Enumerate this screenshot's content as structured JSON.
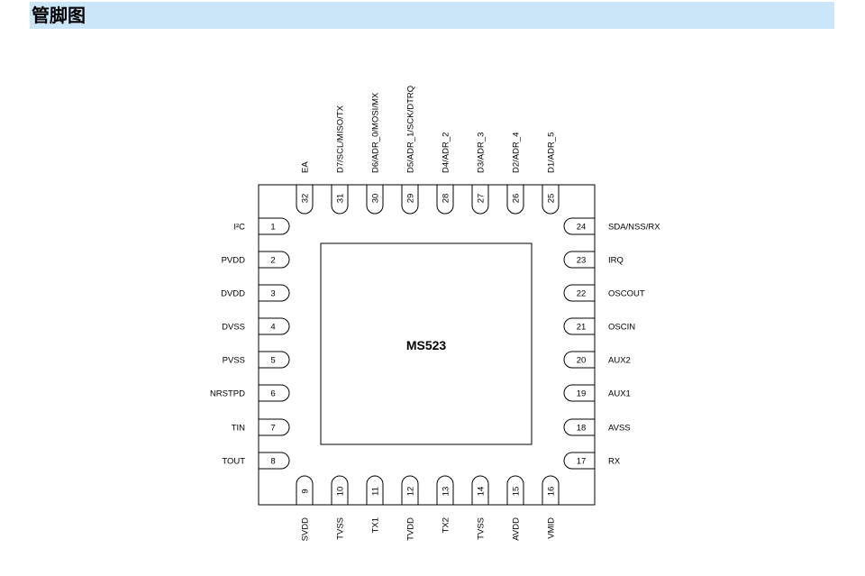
{
  "header": {
    "title": "管脚图"
  },
  "diagram": {
    "chip_name": "MS523",
    "pins_left": [
      {
        "num": "1",
        "label": "I²C"
      },
      {
        "num": "2",
        "label": "PVDD"
      },
      {
        "num": "3",
        "label": "DVDD"
      },
      {
        "num": "4",
        "label": "DVSS"
      },
      {
        "num": "5",
        "label": "PVSS"
      },
      {
        "num": "6",
        "label": "NRSTPD"
      },
      {
        "num": "7",
        "label": "TIN"
      },
      {
        "num": "8",
        "label": "TOUT"
      }
    ],
    "pins_bottom": [
      {
        "num": "9",
        "label": "SVDD"
      },
      {
        "num": "10",
        "label": "TVSS"
      },
      {
        "num": "11",
        "label": "TX1"
      },
      {
        "num": "12",
        "label": "TVDD"
      },
      {
        "num": "13",
        "label": "TX2"
      },
      {
        "num": "14",
        "label": "TVSS"
      },
      {
        "num": "15",
        "label": "AVDD"
      },
      {
        "num": "16",
        "label": "VMID"
      }
    ],
    "pins_right": [
      {
        "num": "24",
        "label": "SDA/NSS/RX"
      },
      {
        "num": "23",
        "label": "IRQ"
      },
      {
        "num": "22",
        "label": "OSCOUT"
      },
      {
        "num": "21",
        "label": "OSCIN"
      },
      {
        "num": "20",
        "label": "AUX2"
      },
      {
        "num": "19",
        "label": "AUX1"
      },
      {
        "num": "18",
        "label": "AVSS"
      },
      {
        "num": "17",
        "label": "RX"
      }
    ],
    "pins_top": [
      {
        "num": "32",
        "label": "EA"
      },
      {
        "num": "31",
        "label": "D7/SCL/MISO/TX"
      },
      {
        "num": "30",
        "label": "D6/ADR_0/MOSI/MX"
      },
      {
        "num": "29",
        "label": "D5/ADR_1/SCK/DTRQ"
      },
      {
        "num": "28",
        "label": "D4/ADR_2"
      },
      {
        "num": "27",
        "label": "D3/ADR_3"
      },
      {
        "num": "26",
        "label": "D2/ADR_4"
      },
      {
        "num": "25",
        "label": "D1/ADR_5"
      }
    ]
  }
}
